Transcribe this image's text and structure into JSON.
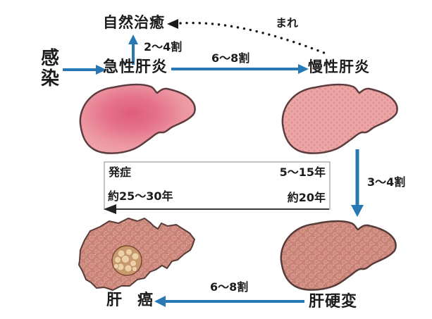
{
  "diagram": {
    "nodes": {
      "infection": "感\n染",
      "natural_cure": "自然治癒",
      "acute_hepatitis": "急性肝炎",
      "chronic_hepatitis": "慢性肝炎",
      "cirrhosis": "肝硬変",
      "liver_cancer": "肝　癌"
    },
    "edges": {
      "acute_to_cure_rate": "2〜4割",
      "acute_to_chronic_rate": "6〜8割",
      "chronic_to_cure_rate": "まれ",
      "chronic_to_cirrhosis_rate": "3〜4割",
      "cirrhosis_to_cancer_rate": "6〜8割"
    },
    "timeline": {
      "onset": "発症",
      "chronic_to_cirrhosis_years": "5〜15年",
      "total_to_cirrhosis_years": "約20年",
      "total_to_cancer_years": "約25〜30年"
    },
    "icons": {
      "acute_liver": "smooth-liver-icon",
      "chronic_liver": "stippled-liver-icon",
      "cirrhosis_liver": "nodular-liver-icon",
      "cancer_liver": "nodular-liver-with-tumor-icon"
    },
    "colors": {
      "arrow_blue": "#2878b5",
      "dotted_arrow_black": "#1a1a1a",
      "acute_liver_center": "#e05c7c",
      "acute_liver_edge": "#f0a5ac",
      "chronic_liver_base": "#eca6a6",
      "chronic_liver_dot": "#dd8e8e",
      "cirrhosis_liver_base": "#c98278",
      "cirrhosis_liver_ring": "#dba294",
      "tumor_fill": "#c99a6e",
      "tumor_bubble": "#ecd0a8",
      "liver_outline": "#5d3c40",
      "timeline_border": "#b5b5b5",
      "timeline_arrow": "#3a3a3a",
      "text": "#1c1c1c",
      "background": "#ffffff"
    }
  }
}
